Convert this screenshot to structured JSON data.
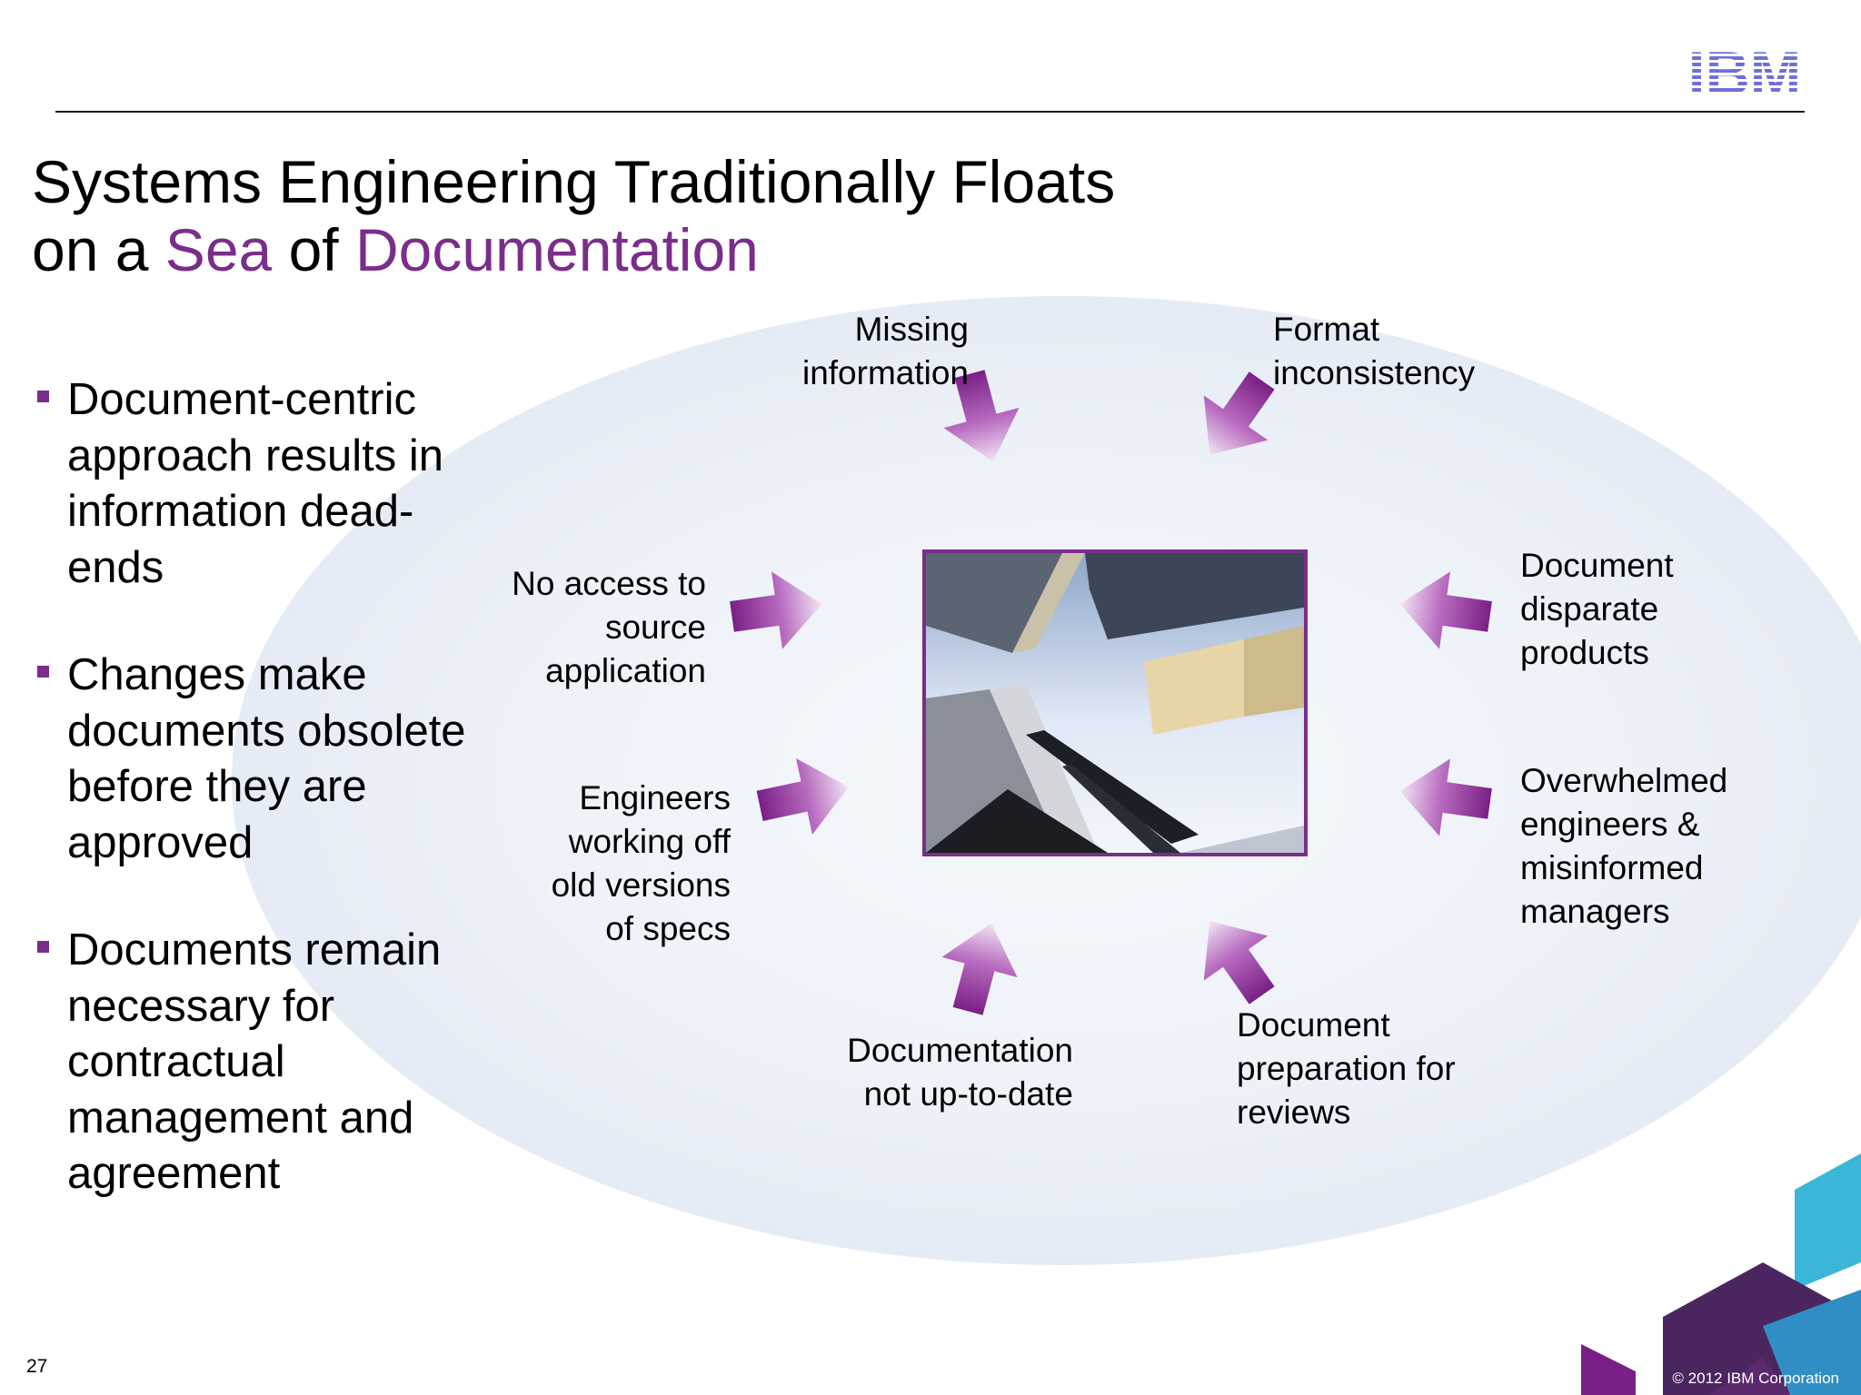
{
  "header": {
    "logo_text": "IBM"
  },
  "title": {
    "line1": "Systems Engineering Traditionally Floats",
    "line2_prefix": "on a ",
    "line2_accent1": "Sea",
    "line2_mid": " of ",
    "line2_accent2": "Documentation"
  },
  "bullets": [
    "Document-centric approach results in information dead-ends",
    "Changes make documents obsolete before they are approved",
    "Documents remain necessary for contractual management and agreement"
  ],
  "diagram": {
    "labels": {
      "missing_information": [
        "Missing",
        "information"
      ],
      "format_inconsistency": [
        "Format",
        "inconsistency"
      ],
      "no_access": [
        "No access to",
        "source",
        "application"
      ],
      "engineers_old": [
        "Engineers",
        "working off",
        "old versions",
        "of specs"
      ],
      "disparate_products": [
        "Document",
        "disparate",
        "products"
      ],
      "overwhelmed": [
        "Overwhelmed",
        "engineers &",
        "misinformed",
        "managers"
      ],
      "not_up_to_date": [
        "Documentation",
        "not up-to-date"
      ],
      "review_prep": [
        "Document",
        "preparation for",
        "reviews"
      ]
    },
    "image_description_icon": "skyscrapers-photo"
  },
  "footer": {
    "page_number": "27",
    "copyright": "© 2012 IBM Corporation"
  },
  "colors": {
    "accent": "#7a2d8b",
    "ellipse": "#e2e9f4",
    "deco_cyan": "#3bb6d8",
    "deco_purple": "#5b2a6e"
  }
}
